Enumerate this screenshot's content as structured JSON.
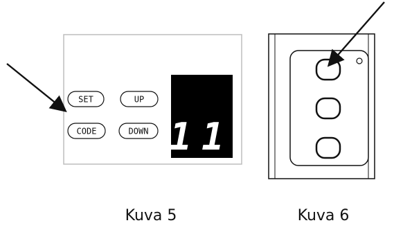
{
  "panel_left": {
    "buttons": {
      "set": "SET",
      "up": "UP",
      "code": "CODE",
      "down": "DOWN"
    },
    "display_value": "11"
  },
  "captions": {
    "left": "Kuva 5",
    "right": "Kuva 6"
  },
  "colors": {
    "stroke": "#111111",
    "panel_border": "#bdbdbd",
    "display_bg": "#000000",
    "display_digit": "#ffffff"
  }
}
